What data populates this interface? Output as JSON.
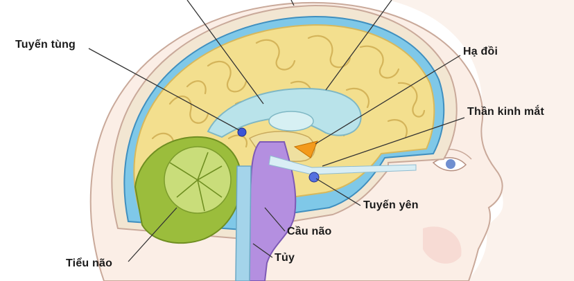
{
  "labels": {
    "pineal": "Tuyến tùng",
    "hypothalamus": "Hạ đồi",
    "optic_nerve": "Thần kinh mắt",
    "pituitary": "Tuyến yên",
    "pons": "Cầu não",
    "medulla": "Tủy",
    "cerebellum": "Tiểu não"
  },
  "colors": {
    "cerebrum": "#f3df8e",
    "cerebrum_shade": "#e3c46b",
    "csf": "#7fc8e8",
    "ventricle": "#b9e3ea",
    "cerebellum": "#9bbd3c",
    "cerebellum_light": "#c9dd7a",
    "brainstem": "#b48fe0",
    "spinal_cord": "#a4d4ea",
    "hypothalamus": "#f39a1c",
    "gland": "#3b55d6",
    "skin": "#fbeee6",
    "lines": "#333333"
  }
}
